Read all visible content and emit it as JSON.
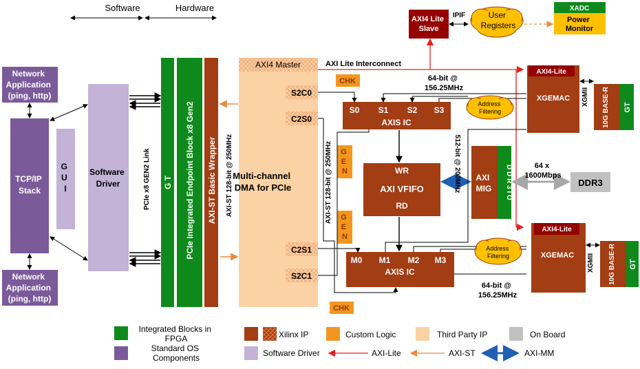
{
  "header": {
    "software": "Software",
    "hardware": "Hardware"
  },
  "blocks": {
    "net_app_top": [
      "Network",
      "Application",
      "(ping, http)"
    ],
    "net_app_bottom": [
      "Network",
      "Application",
      "(ping, http)"
    ],
    "tcpip": [
      "TCP/IP",
      "Stack"
    ],
    "gui": [
      "G",
      "U",
      "I"
    ],
    "sw_driver": [
      "Software",
      "Driver"
    ],
    "pcie_link": "PCIe x8 GEN2 Link",
    "gt_left": "G T",
    "pcie_endpoint": "PCIe Integrated Endpoint Block x8 Gen2",
    "axi_st_wrapper": "AXI-ST Basic Wrapper",
    "axi_st_link": "AXI-ST 128-bit @ 250MHz",
    "axi4_master": "AXI4 Master",
    "dma": [
      "Multi-channel",
      "DMA for PCIe"
    ],
    "s2c0": "S2C0",
    "c2s0": "C2S0",
    "c2s1": "C2S1",
    "s2c1": "S2C1",
    "axi_st_128_inner": "AXI-ST 128-bit @ 250MHz",
    "gen_top": [
      "G",
      "E",
      "N"
    ],
    "gen_bottom": [
      "G",
      "E",
      "N"
    ],
    "chk_top": "CHK",
    "chk_bottom": "CHK",
    "axi_lite_interconnect": "AXI Lite Interconnect",
    "axis_ic_top": {
      "ports": [
        "S0",
        "S1",
        "S2",
        "S3"
      ],
      "name": "AXIS IC"
    },
    "axis_ic_bottom": {
      "ports": [
        "M0",
        "M1",
        "M2",
        "M3"
      ],
      "name": "AXIS IC"
    },
    "vfifo": {
      "wr": "WR",
      "name": "AXI VFIFO",
      "rd": "RD"
    },
    "link_512": "512-bit @ 200MHz",
    "axi_mig": [
      "AXI",
      "MIG"
    ],
    "ddr3_io": "D D R 3 I O",
    "ddr_bw": [
      "64 x",
      "1600Mbps"
    ],
    "ddr3": "DDR3",
    "link_64_top": [
      "64-bit @",
      "156.25MHz"
    ],
    "link_64_bottom": [
      "64-bit @",
      "156.25MHz"
    ],
    "addr_filter_top": [
      "Address",
      "Filtering"
    ],
    "addr_filter_bottom": [
      "Address",
      "Filtering"
    ],
    "axi4_lite_top": "AXI4-Lite",
    "axi4_lite_bottom": "AXI4-Lite",
    "xgemac_top": "XGEMAC",
    "xgemac_bottom": "XGEMAC",
    "xgmii_top": "XGMII",
    "xgmii_bottom": "XGMII",
    "base_r_top": "10G BASE-R",
    "base_r_bottom": "10G BASE-R",
    "gt_top": "GT",
    "gt_bottom": "GT",
    "axi4_lite_slave": [
      "AXI4 Lite",
      "Slave"
    ],
    "ipif": "IPIF",
    "user_registers": [
      "User",
      "Registers"
    ],
    "xadc": "XADC",
    "power_monitor": [
      "Power",
      "Monitor"
    ]
  },
  "legend": {
    "integrated": [
      "Integrated Blocks in",
      "FPGA"
    ],
    "os": [
      "Standard OS",
      "Components"
    ],
    "xilinx": "Xilinx IP",
    "custom": "Custom Logic",
    "third_party": "Third Party IP",
    "on_board": "On Board",
    "sw_driver": "Software Driver",
    "axi_lite": "AXI-Lite",
    "axi_st": "AXI-ST",
    "axi_mm": "AXI-MM"
  },
  "colors": {
    "purple": "#7b5a9a",
    "lavender": "#c3b3d6",
    "green": "#0e8a1c",
    "brown": "#a23d14",
    "darkred": "#950000",
    "orange": "#f4961e",
    "peach": "#fbd2a3",
    "gray": "#c0c0c0",
    "yellow": "#ffc000",
    "red_arrow": "#e8201c",
    "orange_arrow": "#ee8a3a",
    "blue_arrow": "#1f5fb4"
  }
}
